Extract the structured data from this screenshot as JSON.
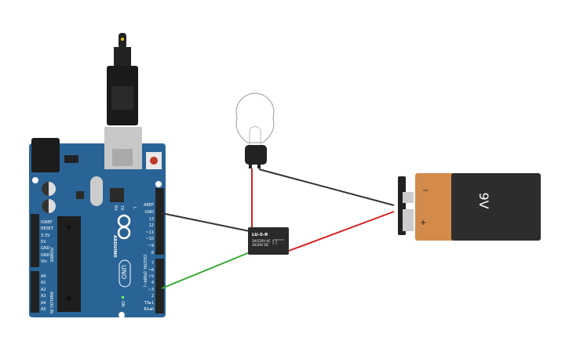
{
  "arduino": {
    "brand": "ARDUINO",
    "model": "UNO",
    "power_pins": [
      "IOREF",
      "RESET",
      "3.3V",
      "5V",
      "GND",
      "GND",
      "Vin"
    ],
    "power_label": "POWER",
    "analog_pins": [
      "A0",
      "A1",
      "A2",
      "A3",
      "A4",
      "A5"
    ],
    "analog_label": "ANALOG IN",
    "digital_top_pins": [
      "AREF",
      "GND",
      "13",
      "12",
      "~11",
      "~10",
      "~9",
      "8"
    ],
    "digital_bottom_pins": [
      "7",
      "~6",
      "~5",
      "4",
      "~3",
      "2",
      "TX▸1",
      "RX◂0"
    ],
    "digital_label": "DIGITAL (PWM~)",
    "led_labels": [
      "RX",
      "TX",
      "L"
    ],
    "on_label": "ON",
    "board_color": "#2a6496"
  },
  "relay": {
    "name": "LU-5-R",
    "rating_ac": "3A/120V AC",
    "rating_dc": "3A/24V DC"
  },
  "battery": {
    "label": "9V",
    "plus": "+",
    "minus": "−"
  },
  "wire_colors": {
    "gnd": "#333333",
    "signal": "#3aaa35",
    "power": "#d42020"
  }
}
